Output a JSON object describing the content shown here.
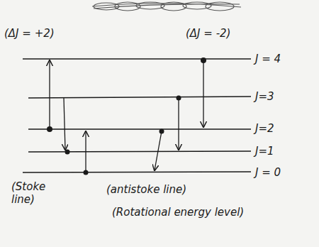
{
  "diagram": {
    "labels": [
      "(ΔJ = +2)",
      "(ΔJ = -2)",
      "J = 4",
      "J=3",
      "J=2",
      "J=1",
      "J = 0",
      "(Stoke line)",
      "(antistoke line)",
      "(Rotational energy level)"
    ]
  }
}
